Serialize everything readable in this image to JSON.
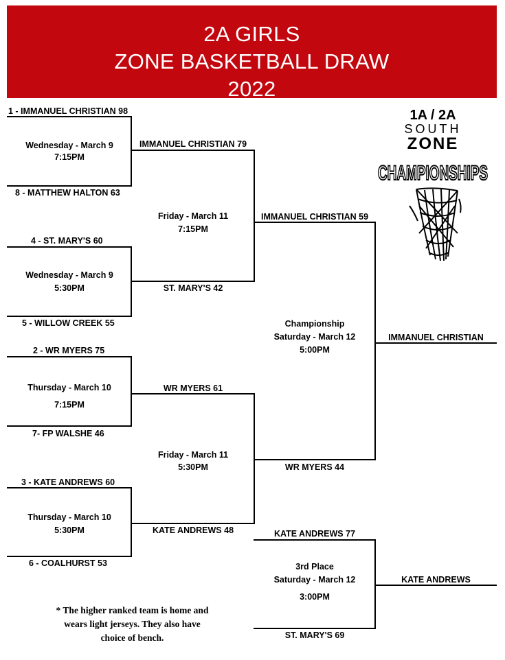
{
  "header": {
    "line1": "2A GIRLS",
    "line2": "ZONE BASKETBALL DRAW",
    "line3": "2022",
    "background_color": "#c2070e"
  },
  "logo": {
    "line1": "1A / 2A",
    "line2": "SOUTH",
    "line3": "ZONE",
    "line4": "CHAMPIONSHIPS"
  },
  "round1": {
    "game1": {
      "team_top": "1 - IMMANUEL CHRISTIAN 98",
      "team_bottom": "8 - MATTHEW HALTON 63",
      "day": "Wednesday - March 9",
      "time": "7:15PM"
    },
    "game2": {
      "team_top": "4 - ST. MARY'S 60",
      "team_bottom": "5 - WILLOW CREEK 55",
      "day": "Wednesday - March 9",
      "time": "5:30PM"
    },
    "game3": {
      "team_top": "2 - WR MYERS 75",
      "team_bottom": "7- FP WALSHE 46",
      "day": "Thursday - March 10",
      "time": "7:15PM"
    },
    "game4": {
      "team_top": "3 - KATE ANDREWS 60",
      "team_bottom": "6 - COALHURST 53",
      "day": "Thursday  - March 10",
      "time": "5:30PM"
    }
  },
  "semis": {
    "game1": {
      "team_top": "IMMANUEL CHRISTIAN 79",
      "team_bottom": "ST. MARY'S 42",
      "day": "Friday - March 11",
      "time": "7:15PM"
    },
    "game2": {
      "team_top": "WR MYERS 61",
      "team_bottom": "KATE ANDREWS 48",
      "day": "Friday - March 11",
      "time": "5:30PM"
    }
  },
  "final": {
    "team_top": "IMMANUEL CHRISTIAN 59",
    "team_bottom": "WR MYERS 44",
    "title": "Championship",
    "day": "Saturday - March 12",
    "time": "5:00PM",
    "winner": "IMMANUEL CHRISTIAN"
  },
  "third_place": {
    "team_top": "KATE ANDREWS 77",
    "team_bottom": "ST. MARY'S 69",
    "title": "3rd Place",
    "day": "Saturday - March 12",
    "time": "3:00PM",
    "winner": "KATE ANDREWS"
  },
  "footnote": {
    "line1": "* The higher ranked team is home and",
    "line2": "wears light jerseys.  They also have",
    "line3": "choice of bench."
  }
}
